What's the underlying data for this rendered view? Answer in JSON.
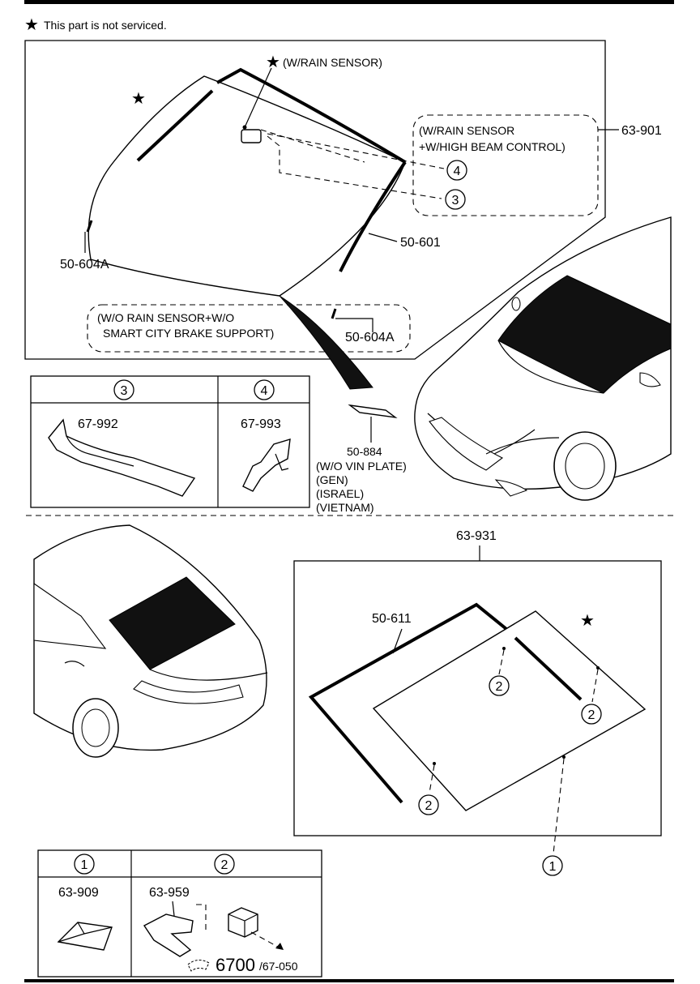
{
  "note": {
    "star": "★",
    "text": "This part is not serviced."
  },
  "upper": {
    "callout_rain_sensor": "(W/RAIN SENSOR)",
    "callout_rain_highbeam_l1": "(W/RAIN SENSOR",
    "callout_rain_highbeam_l2": "+W/HIGH BEAM CONTROL)",
    "callout_no_rain_l1": "(W/O RAIN SENSOR+W/O",
    "callout_no_rain_l2": "SMART CITY BRAKE SUPPORT)",
    "part_windshield": "63-901",
    "part_molding": "50-601",
    "part_clip_left": "50-604A",
    "part_clip_right": "50-604A",
    "ref_4": "4",
    "ref_3": "3"
  },
  "detail_table_top": {
    "col3": {
      "ref": "3",
      "part": "67-992"
    },
    "col4": {
      "ref": "4",
      "part": "67-993"
    }
  },
  "vin_plate": {
    "part": "50-884",
    "cond_l1": "(W/O VIN PLATE)",
    "cond_l2": "(GEN)",
    "cond_l3": "(ISRAEL)",
    "cond_l4": "(VIETNAM)"
  },
  "lower": {
    "part_rear_glass": "63-931",
    "part_rear_molding": "50-611",
    "ref_2a": "2",
    "ref_2b": "2",
    "ref_2c": "2",
    "ref_1": "1"
  },
  "detail_table_bottom": {
    "col1": {
      "ref": "1",
      "part": "63-909"
    },
    "col2": {
      "ref": "2",
      "part": "63-959",
      "ref_part_big": "6700",
      "ref_part_small": "/67-050"
    }
  }
}
